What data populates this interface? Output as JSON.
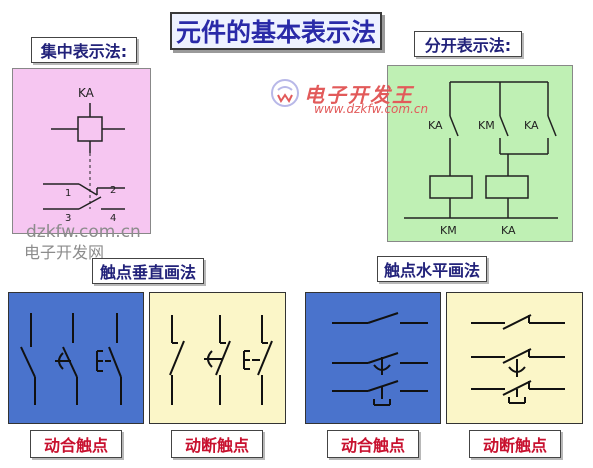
{
  "title": "元件的基本表示法",
  "labels": {
    "centralized": "集中表示法:",
    "separate": "分开表示法:",
    "vertical": "触点垂直画法",
    "horizontal": "触点水平画法",
    "make1": "动合触点",
    "break1": "动断触点",
    "make2": "动合触点",
    "break2": "动断触点"
  },
  "centralized_diagram": {
    "coil": "KA",
    "pin1": "1",
    "pin2": "2",
    "pin3": "3",
    "pin4": "4"
  },
  "separate_diagram": {
    "ka1": "KA",
    "km1": "KM",
    "ka2": "KA",
    "km_bottom": "KM",
    "ka_bottom": "KA"
  },
  "watermark": {
    "url": "dzkfw.com.cn",
    "site": "电子开发网",
    "logo_text": "电子开发王",
    "logo_url": "www.dzkfw.com.cn"
  },
  "colors": {
    "title": "#2a2aa8",
    "red_label": "#c8102e",
    "navy_label": "#22227a",
    "pink_panel": "#f6c6f1",
    "green_panel": "#bff0b4",
    "blue_panel": "#4a73cc",
    "cream_panel": "#fbf6c8"
  }
}
